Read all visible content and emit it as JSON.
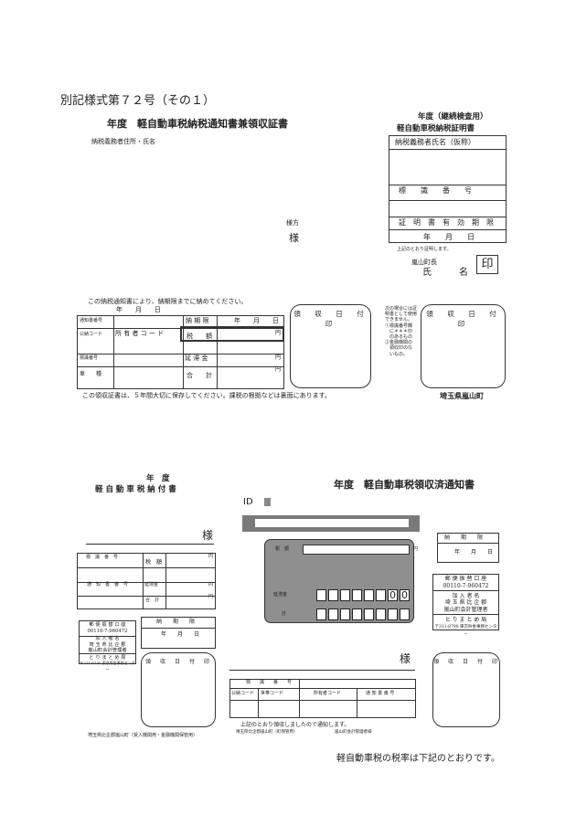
{
  "form_label": "別記様式第７２号（その１）",
  "top": {
    "title": "年度　軽自動車税納税通知書兼領収証書",
    "taxpayer_label": "納税義務者住所・氏名",
    "sama_small": "様方",
    "sama": "様",
    "intro": "この納税通知書により、納期限までに納めてください。",
    "date_label": "年　　月　　日",
    "table": {
      "r1_label": "通知書番号",
      "nouki_label": "納 期 限",
      "nouki_value": "年　　月　　日",
      "r2_label": "公納コード",
      "owner_code_label": "所 有 者 コ ー ド",
      "zeigaku_label": "税　　額",
      "yen": "円",
      "r3_label": "標識番号",
      "entai_label": "延 滞 金",
      "r4_label": "車　　種",
      "goukei_label": "合　　計"
    },
    "receipt_label": "領　収　日　付　印",
    "keep_note": "この領収証書は、５年間大切に保存してください。課税の根拠などは裏面にあります。",
    "mid_note": [
      "次の場合には証",
      "明書として使用",
      "できません。",
      "①標識番号欄",
      "　に＊＊＊印",
      "　のあるもの",
      "②金融機関の",
      "　領収印のな",
      "　いもの。"
    ],
    "town": "埼玉県嵐山町"
  },
  "cert": {
    "title1": "年度（継続検査用）",
    "title2": "軽自動車税納税証明書",
    "name_label": "納税義務者氏名（仮称）",
    "plate_label": "標　　識　　番　　号",
    "valid_label": "証　明　書　有　効　期　限",
    "valid_value": "年　　月　　日",
    "proof_note": "上記のとおり証明します。",
    "mayor": "嵐山町長",
    "shimei": "氏　　　名",
    "seal": "印"
  },
  "slip": {
    "title1": "年　度",
    "title2": "軽 自 動 車 税 納 付 書",
    "sama": "様",
    "plate_label": "標　識　番　号",
    "zeigaku": "税　額",
    "notice_label": "通　知　書　番　号",
    "entai": "延滞金",
    "goukei": "合　計",
    "yen": "円",
    "nouki_label": "納　　期　　限",
    "date_value": "年　　月　　日",
    "bank": {
      "title": "郵 便 振 替 口 座",
      "account": "00110-7-960472",
      "payee_label": "加 入 者 名",
      "payee1": "埼 玉 県 比 企 郡",
      "payee2": "嵐山町会計管理者",
      "bureau": "と り ま と め 局",
      "address": "〒311-8790 東京貯金事務センター"
    },
    "receipt_label": "領　収　日　付　印",
    "footer": "埼玉県比企郡嵐山町（受入機関用・金融機関保管用）"
  },
  "receipt2": {
    "title": "年度　軽自動車税領収済通知書",
    "id_label": "ID",
    "zeigaku": "税　額",
    "entai": "延滞金",
    "kei": "計",
    "yen": "円",
    "digits": [
      "",
      "",
      "",
      "",
      "",
      "",
      "",
      "0",
      "0",
      ""
    ],
    "nouki_label": "納　　期　　限",
    "date_value": "年　　月　　日",
    "bank": {
      "title": "郵 便 振 替 口 座",
      "account": "00110-7-960472",
      "payee_label": "加 入 者 名",
      "payee1": "埼 玉 県 比 企 郡",
      "payee2": "嵐山町会計管理者",
      "bureau": "と り ま と め 局",
      "address": "〒311-8790 東京貯金事務センター"
    },
    "sama": "様",
    "plate_label": "標　　識　　番　　号",
    "col1": "公納コード",
    "col2": "世帯コード",
    "col3": "所有者コード",
    "col4": "通 知 書 番 号",
    "receipt_label": "領　収　日　付　印",
    "received": "上記のとおり領収しましたので通知します。",
    "footer1": "埼玉県比企郡嵐山町（町保管用）",
    "footer2": "嵐山町会計管理者様"
  },
  "bottom_note": "軽自動車税の税率は下記のとおりです。"
}
